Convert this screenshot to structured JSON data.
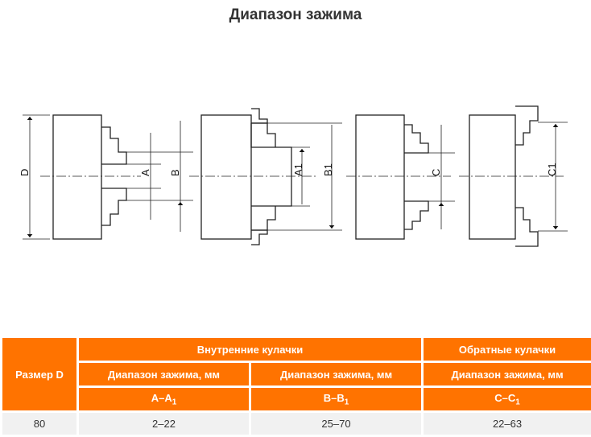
{
  "title": "Диапазон зажима",
  "diagram_labels": {
    "d": "D",
    "a": "A",
    "b": "B",
    "a1": "A1",
    "b1": "B1",
    "c": "C",
    "c1": "C1"
  },
  "table": {
    "size_header": "Размер D",
    "group_internal": "Внутренние кулачки",
    "group_reverse": "Обратные кулачки",
    "range_header": "Диапазон зажима, мм",
    "col_a": "A–A",
    "col_b": "B–B",
    "col_c": "C–C",
    "sub": "1",
    "rows": [
      {
        "size": "80",
        "a": "2–22",
        "b": "25–70",
        "c": "22–63"
      }
    ]
  }
}
